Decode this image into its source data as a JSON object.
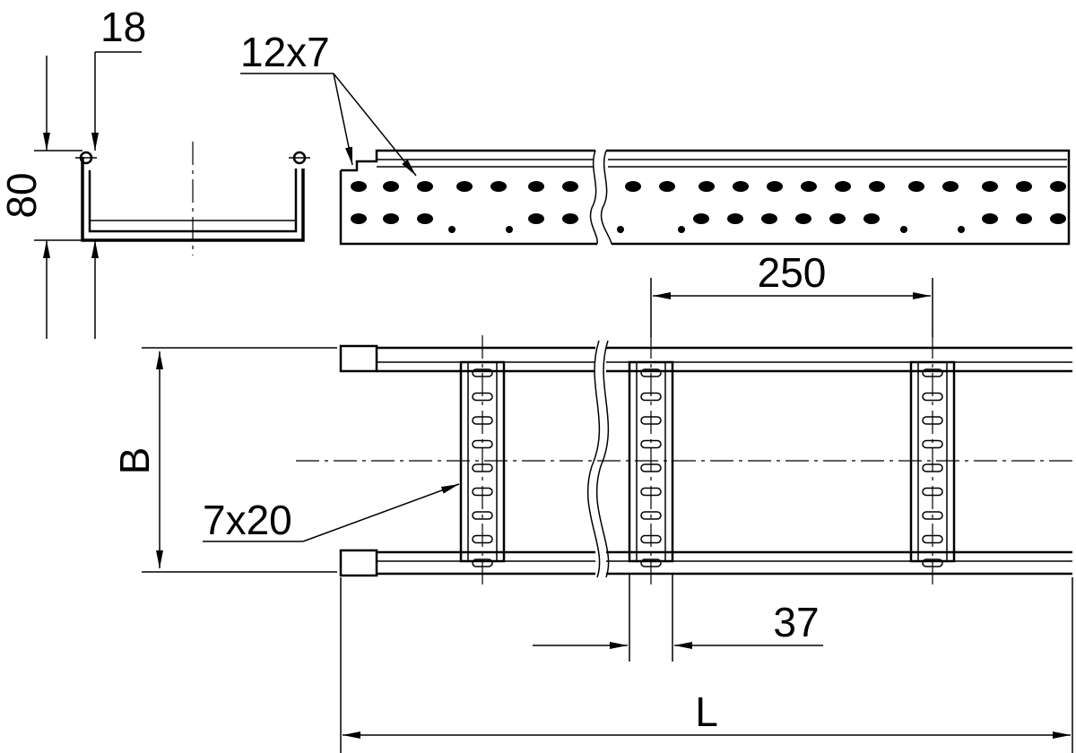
{
  "dimensions": {
    "flange": "18",
    "height": "80",
    "hole_size_side": "12x7",
    "pitch": "250",
    "width": "B",
    "hole_size_rung": "7x20",
    "rung_width": "37",
    "length": "L"
  },
  "colors": {
    "stroke": "#000000",
    "background": "#ffffff"
  }
}
